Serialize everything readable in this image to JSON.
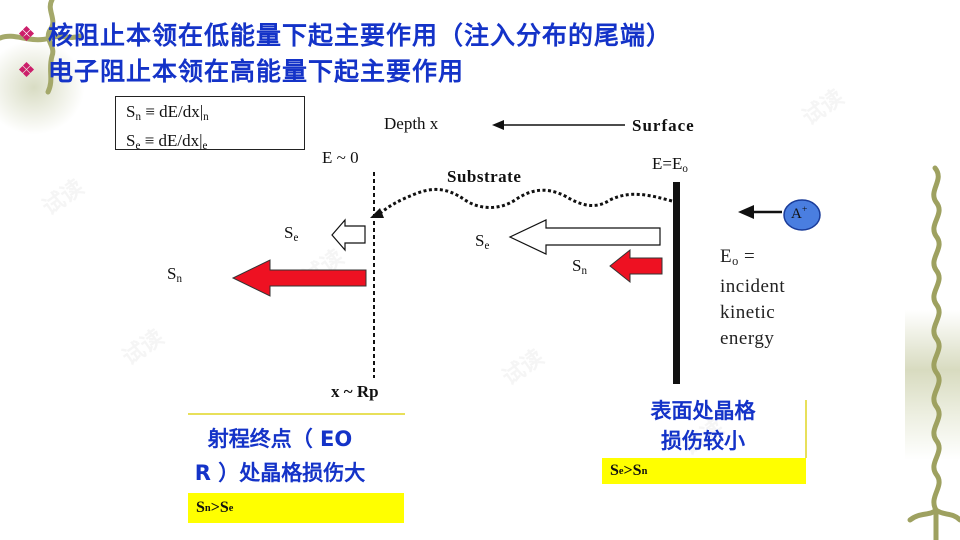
{
  "slide": {
    "bullets": [
      {
        "text": "核阻止本领在低能量下起主要作用（注入分布的尾端）"
      },
      {
        "text": "电子阻止本领在高能量下起主要作用"
      }
    ],
    "bullet_color": "#cc1f6a",
    "text_color": "#1433c8",
    "watermark": "试读"
  },
  "diagram": {
    "formula_box": {
      "line1": {
        "lhs": "S",
        "lhs_sub": "n",
        "rhs": " ≡ dE/dx|",
        "rhs_sub": "n"
      },
      "line2": {
        "lhs": "S",
        "lhs_sub": "e",
        "rhs": " ≡ dE/dx|",
        "rhs_sub": "e"
      }
    },
    "depth_label": "Depth x",
    "surface_label": "Surface",
    "substrate_label": "Substrate",
    "e_zero_label": "E ~ 0",
    "e_eo_label": {
      "main": "E=E",
      "sub": "o"
    },
    "ion_label": {
      "main": "A",
      "sup": "+"
    },
    "eo_definition": {
      "line0_main": "E",
      "line0_sub": "o",
      "line0_rest": " =",
      "line1": "incident",
      "line2": "kinetic",
      "line3": "energy"
    },
    "left_arrows": {
      "se": {
        "main": "S",
        "sub": "e"
      },
      "sn": {
        "main": "S",
        "sub": "n"
      }
    },
    "right_arrows": {
      "se": {
        "main": "S",
        "sub": "e"
      },
      "sn": {
        "main": "S",
        "sub": "n"
      }
    },
    "rp_label": "x ~ Rp",
    "colors": {
      "sn_arrow": "#ee1122",
      "ion": "#4a7ee0",
      "highlight": "#ffff00"
    }
  },
  "annotations": {
    "left": {
      "line1": "射程终点（ EO",
      "line2": "R ）处晶格损伤大",
      "bar": {
        "a": "S",
        "a_sub": "n",
        "op": " > ",
        "b": "S",
        "b_sub": "e"
      }
    },
    "right": {
      "line1": "表面处晶格",
      "line2": "损伤较小",
      "bar": {
        "a": "S",
        "a_sub": "e",
        "op": " > ",
        "b": "S",
        "b_sub": "n"
      }
    }
  }
}
